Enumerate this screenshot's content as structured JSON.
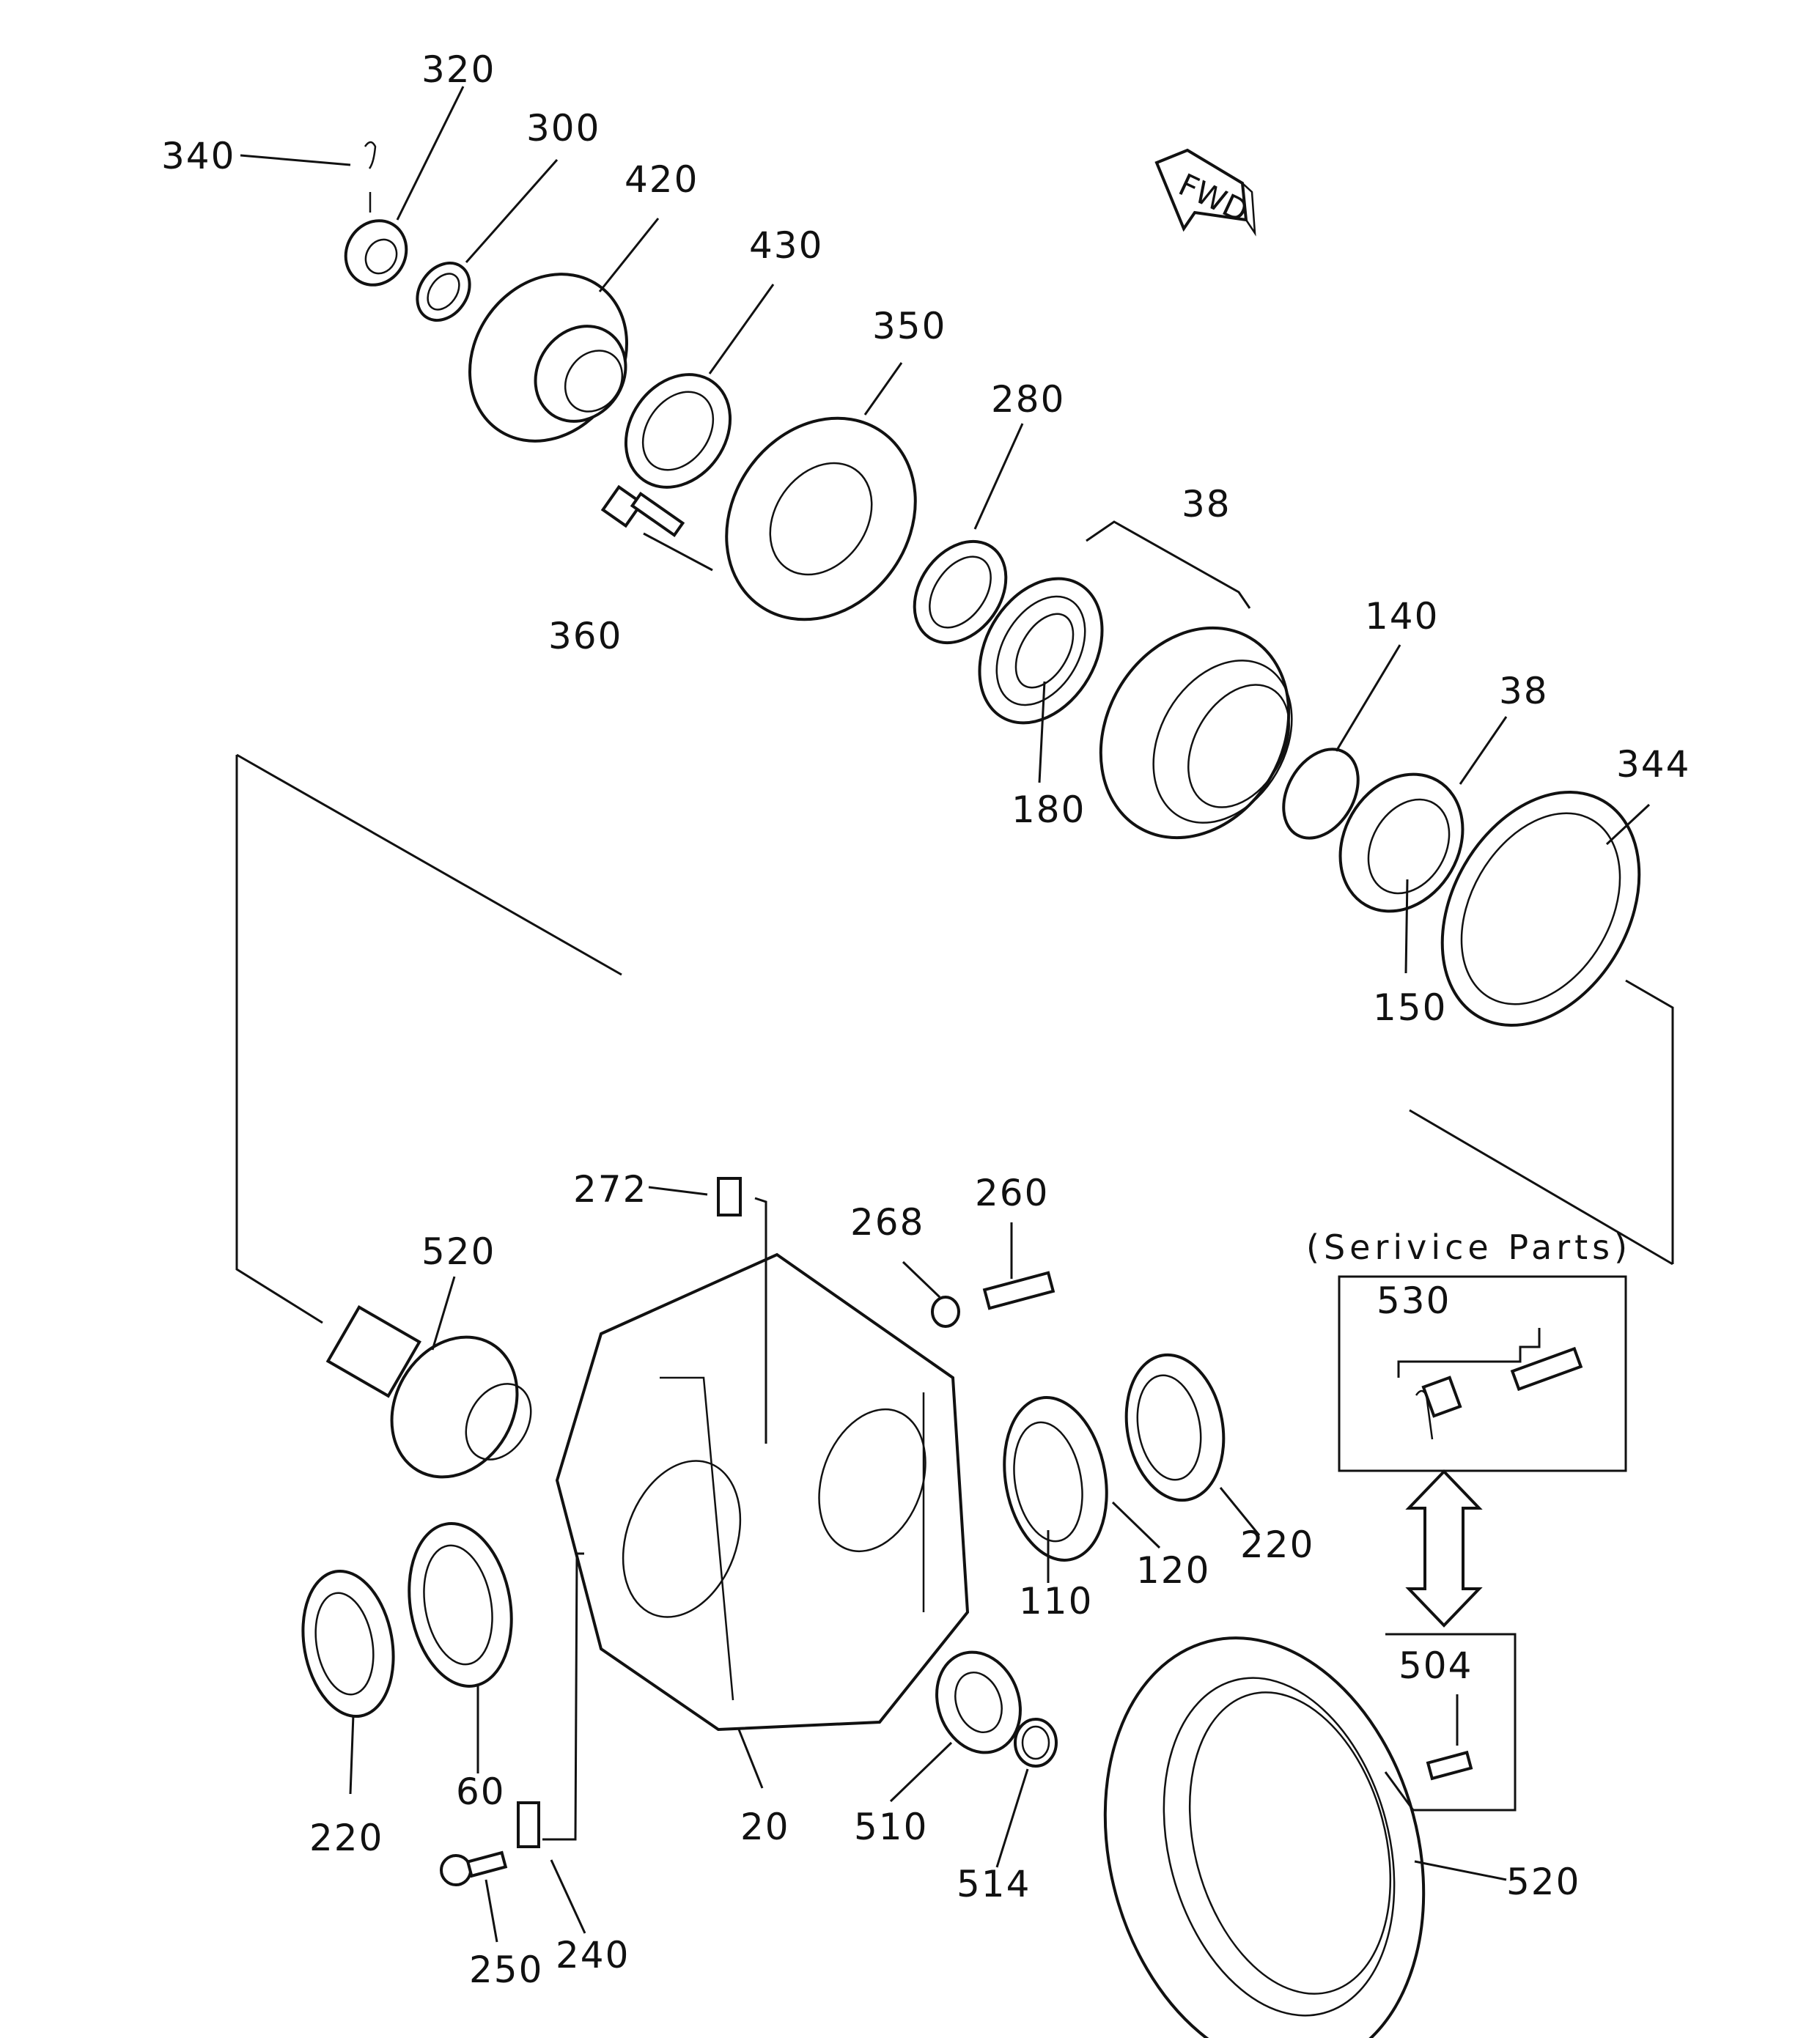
{
  "diagram": {
    "fwd_label": "FWD",
    "service_title": "(Serivice Parts)",
    "labels": {
      "p320": "320",
      "p340": "340",
      "p300": "300",
      "p420": "420",
      "p430": "430",
      "p350": "350",
      "p280": "280",
      "p38a": "38",
      "p360": "360",
      "p180": "180",
      "p140": "140",
      "p38b": "38",
      "p344": "344",
      "p150": "150",
      "p272": "272",
      "p268": "268",
      "p260": "260",
      "p520a": "520",
      "p530": "530",
      "p220a": "220",
      "p120": "120",
      "p110": "110",
      "p504": "504",
      "p220b": "220",
      "p60": "60",
      "p20": "20",
      "p510": "510",
      "p514": "514",
      "p520b": "520",
      "p250": "250",
      "p240": "240"
    }
  }
}
